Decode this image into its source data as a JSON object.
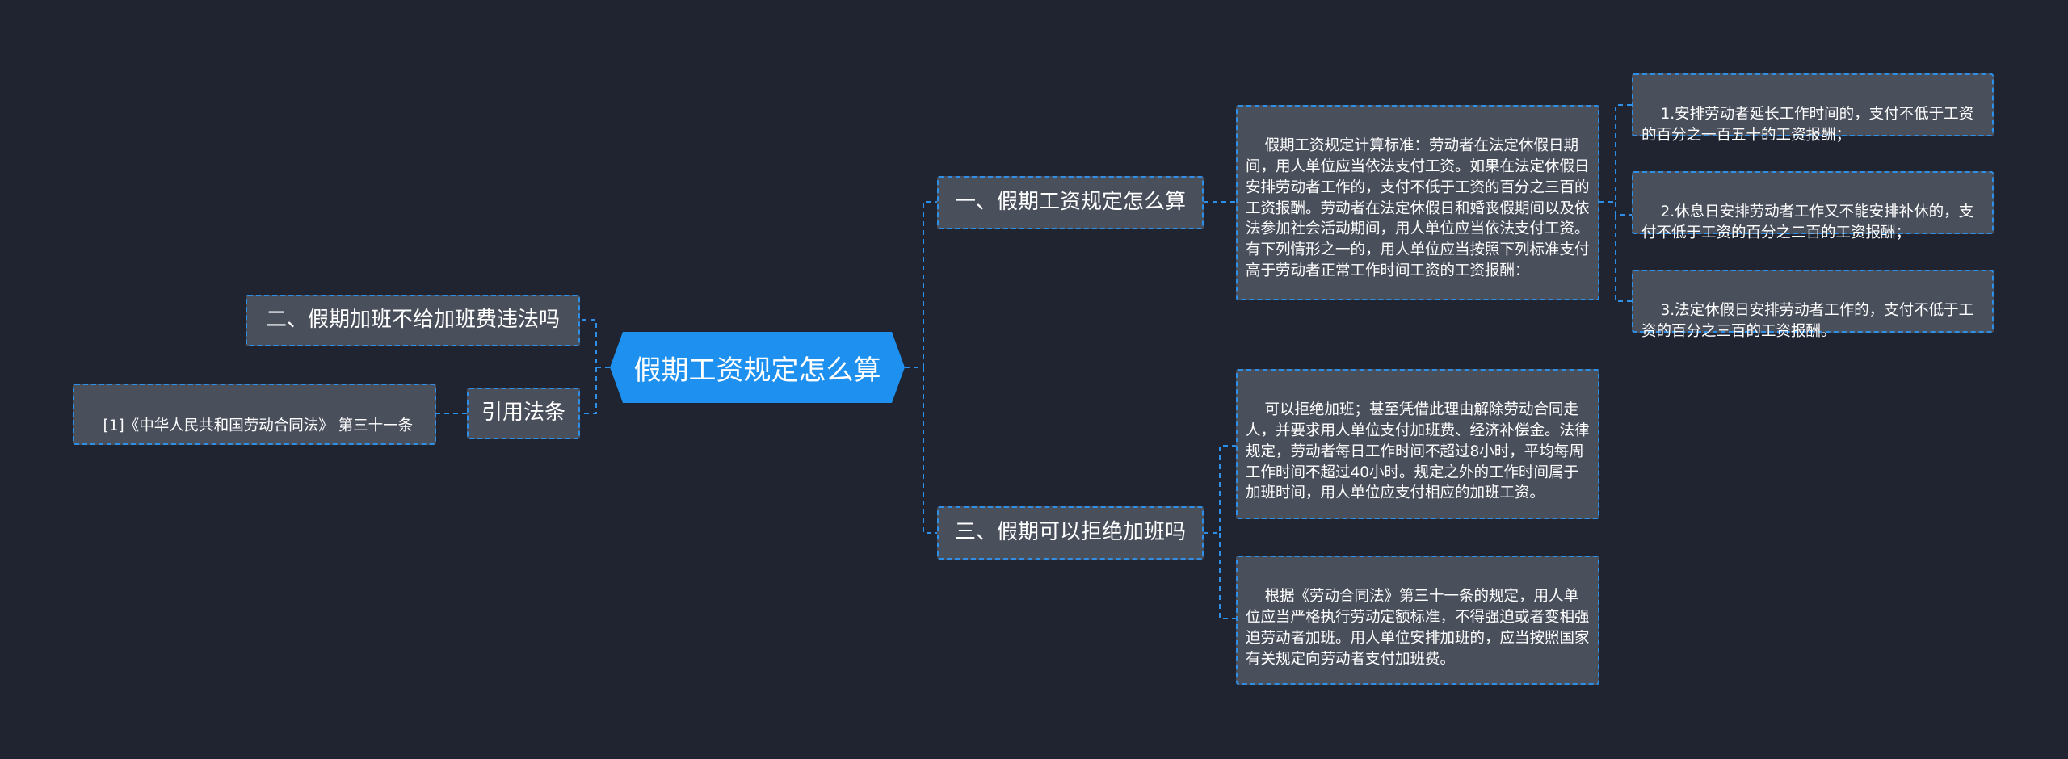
{
  "root": {
    "label": "假期工资规定怎么算"
  },
  "branches": {
    "b1": {
      "label": "一、假期工资规定怎么算"
    },
    "b2": {
      "label": "二、假期加班不给加班费违法吗"
    },
    "b3": {
      "label": "三、假期可以拒绝加班吗"
    },
    "b4": {
      "label": "引用法条"
    }
  },
  "leaves": {
    "b1_main": "假期工资规定计算标准：劳动者在法定休假日期间，用人单位应当依法支付工资。如果在法定休假日安排劳动者工作的，支付不低于工资的百分之三百的工资报酬。劳动者在法定休假日和婚丧假期间以及依法参加社会活动期间，用人单位应当依法支付工资。有下列情形之一的，用人单位应当按照下列标准支付高于劳动者正常工作时间工资的工资报酬：",
    "b1_item1": "1.安排劳动者延长工作时间的，支付不低于工资的百分之一百五十的工资报酬；",
    "b1_item2": "2.休息日安排劳动者工作又不能安排补休的，支付不低于工资的百分之二百的工资报酬；",
    "b1_item3": "3.法定休假日安排劳动者工作的，支付不低于工资的百分之三百的工资报酬。",
    "b3_leaf1": "可以拒绝加班；甚至凭借此理由解除劳动合同走人，并要求用人单位支付加班费、经济补偿金。法律规定，劳动者每日工作时间不超过8小时，平均每周工作时间不超过40小时。规定之外的工作时间属于加班时间，用人单位应支付相应的加班工资。",
    "b3_leaf2": "根据《劳动合同法》第三十一条的规定，用人单位应当严格执行劳动定额标准，不得强迫或者变相强迫劳动者加班。用人单位安排加班的，应当按照国家有关规定向劳动者支付加班费。",
    "b4_leaf": "[1]《中华人民共和国劳动合同法》 第三十一条"
  },
  "colors": {
    "background": "#1f2430",
    "root_fill": "#1e90f0",
    "node_fill": "#4a4f5c",
    "border": "#2e8fe8",
    "text": "#ffffff"
  }
}
